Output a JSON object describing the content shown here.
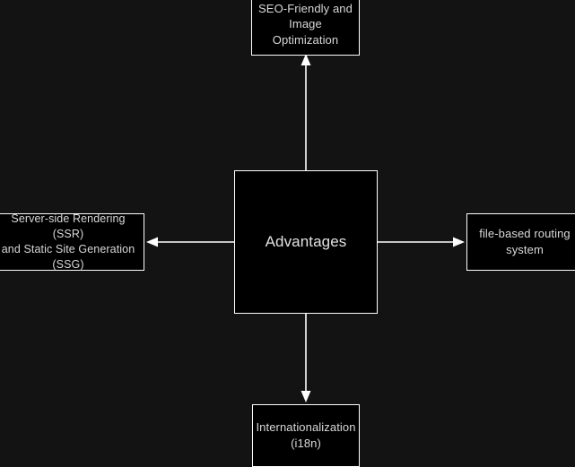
{
  "diagram": {
    "title": "Advantages",
    "background_color": "#131313",
    "node_fill": "#000000",
    "node_border": "#ffffff",
    "text_color": "#d8d8d8",
    "edge_color": "#ffffff",
    "center": {
      "label": "Advantages"
    },
    "nodes": {
      "top": {
        "label": "SEO-Friendly and\nImage Optimization",
        "direction": "up"
      },
      "left": {
        "label": "Server-side Rendering (SSR)\nand Static Site Generation\n(SSG)",
        "direction": "left"
      },
      "right": {
        "label": "file-based routing\nsystem",
        "direction": "right"
      },
      "bottom": {
        "label": "Internationalization\n(i18n)",
        "direction": "down"
      }
    },
    "edges": [
      {
        "from": "Advantages",
        "to": "SEO-Friendly and Image Optimization",
        "arrow": "up"
      },
      {
        "from": "Advantages",
        "to": "Server-side Rendering (SSR) and Static Site Generation (SSG)",
        "arrow": "left"
      },
      {
        "from": "Advantages",
        "to": "file-based routing system",
        "arrow": "right"
      },
      {
        "from": "Advantages",
        "to": "Internationalization (i18n)",
        "arrow": "down"
      }
    ]
  }
}
